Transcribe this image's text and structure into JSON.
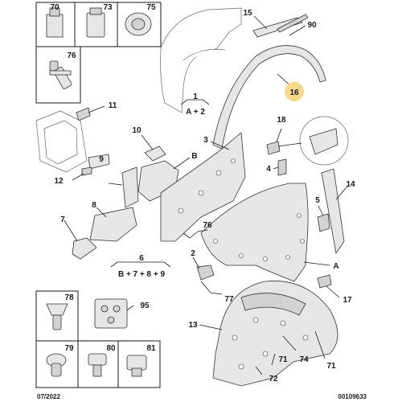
{
  "labels": {
    "p70": "70",
    "p73": "73",
    "p75": "75",
    "p76": "76",
    "p15": "15",
    "p90": "90",
    "p16": "16",
    "p11": "11",
    "p12": "12",
    "p10": "10",
    "p9": "9",
    "pB": "B",
    "p3": "3",
    "p18": "18",
    "p8": "8",
    "p7": "7",
    "p4": "4",
    "p5": "5",
    "p14": "14",
    "p76b": "76",
    "p2": "2",
    "pA": "A",
    "p77": "77",
    "p17": "17",
    "p13": "13",
    "p78": "78",
    "p95": "95",
    "p79": "79",
    "p80": "80",
    "p81": "81",
    "p71a": "71",
    "p74": "74",
    "p71b": "71",
    "p72": "72",
    "p1": "1",
    "p6": "6"
  },
  "groups": {
    "group1": "A + 2",
    "group6": "B + 7 + 8 + 9"
  },
  "footer": {
    "date": "07/2022",
    "reference": "00109633"
  },
  "highlight_color": "#f5d88a"
}
